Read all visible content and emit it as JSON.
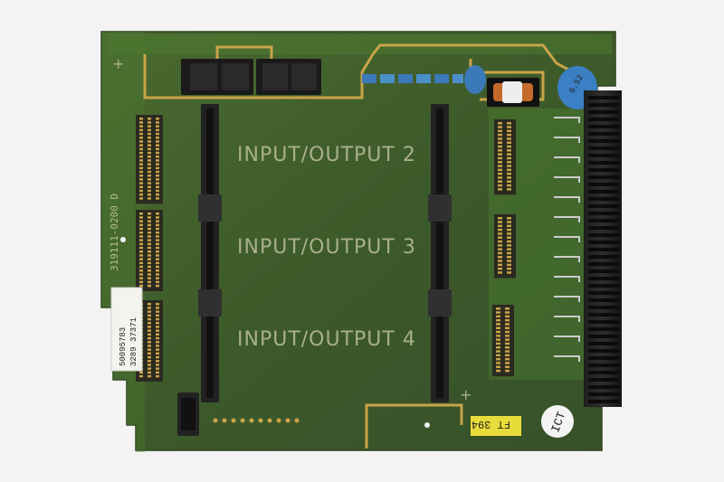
{
  "board": {
    "slot_labels": [
      "INPUT/OUTPUT 2",
      "INPUT/OUTPUT 3",
      "INPUT/OUTPUT 4"
    ],
    "part_number": "319111-0200 D",
    "barcode_lines": [
      "50095783",
      "3289 37371"
    ],
    "ft_label": "FT 394",
    "ict_label": "ICT",
    "capacitor_marking": "6.52",
    "plus_mark": "+",
    "colors": {
      "pcb": "#3d5a2a",
      "pcb_light": "#5a9a3a",
      "gold": "#c9a449",
      "background": "#f3f3f3"
    }
  }
}
